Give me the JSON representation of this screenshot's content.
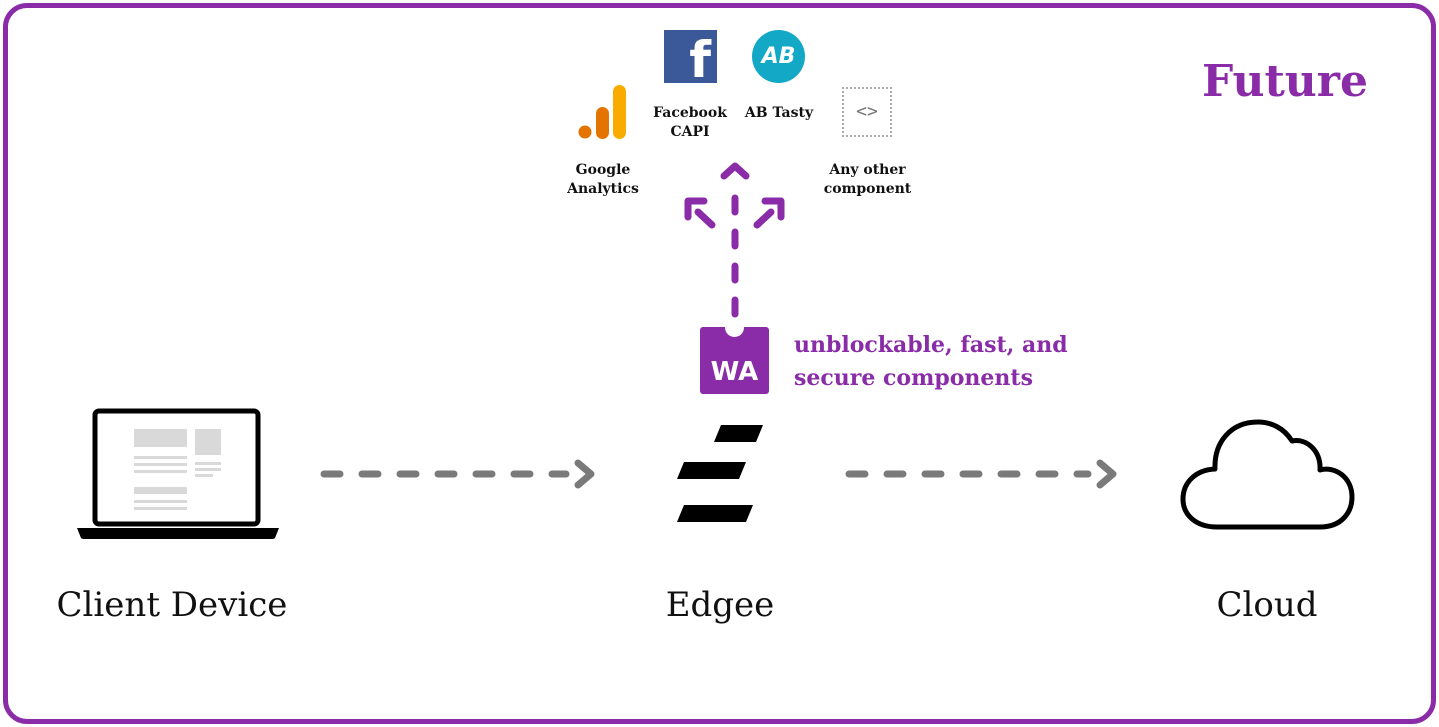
{
  "title": "Future",
  "nodes": {
    "client": "Client Device",
    "edge": "Edgee",
    "cloud": "Cloud"
  },
  "tagline": {
    "line1": "unblockable, fast, and",
    "line2": "secure components"
  },
  "components": {
    "google_analytics": {
      "line1": "Google",
      "line2": "Analytics",
      "icon": "google-analytics-icon"
    },
    "facebook": {
      "line1": "Facebook",
      "line2": "CAPI",
      "icon": "facebook-icon",
      "glyph": "f"
    },
    "ab_tasty": {
      "line1": "AB Tasty",
      "icon": "ab-tasty-icon",
      "glyph": "AB"
    },
    "other": {
      "line1": "Any other",
      "line2": "component",
      "icon": "code-icon",
      "glyph": "<>"
    }
  },
  "wa_badge": "WA",
  "colors": {
    "accent": "#8a2ba8",
    "arrow": "#7a7a7a",
    "facebook": "#3b5998",
    "ab_tasty": "#12a8c6",
    "ga_orange_dark": "#e37400",
    "ga_orange_light": "#f9ab00",
    "text": "#111111"
  }
}
